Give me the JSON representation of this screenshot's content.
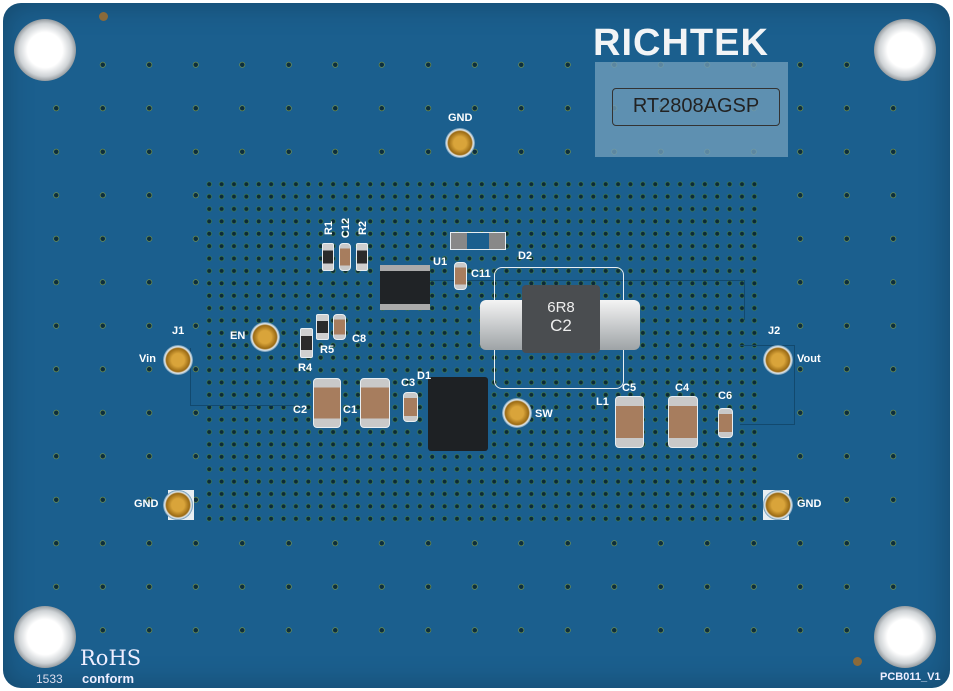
{
  "board": {
    "color": "#1b5f8e",
    "brand_logo": "RICHTEK",
    "part_label": "RT2808AGSP",
    "rohs_line1": "RoHS",
    "rohs_line2": "conform",
    "date_code": "1533",
    "pcb_version": "PCB011_V1"
  },
  "connectors": {
    "gnd_top": "GND",
    "j1": "J1",
    "vin": "Vin",
    "en": "EN",
    "j2": "J2",
    "vout": "Vout",
    "gnd_left": "GND",
    "gnd_right": "GND",
    "sw": "SW"
  },
  "components": {
    "r1": "R1",
    "c12": "C12",
    "r2": "R2",
    "u1": "U1",
    "d2": "D2",
    "c11": "C11",
    "r5": "R5",
    "c8": "C8",
    "r4": "R4",
    "c2": "C2",
    "c1": "C1",
    "c3": "C3",
    "d1": "D1",
    "l1": "L1",
    "c5": "C5",
    "c4": "C4",
    "c6": "C6",
    "inductor_marking_1": "6R8",
    "inductor_marking_2": "C2"
  }
}
